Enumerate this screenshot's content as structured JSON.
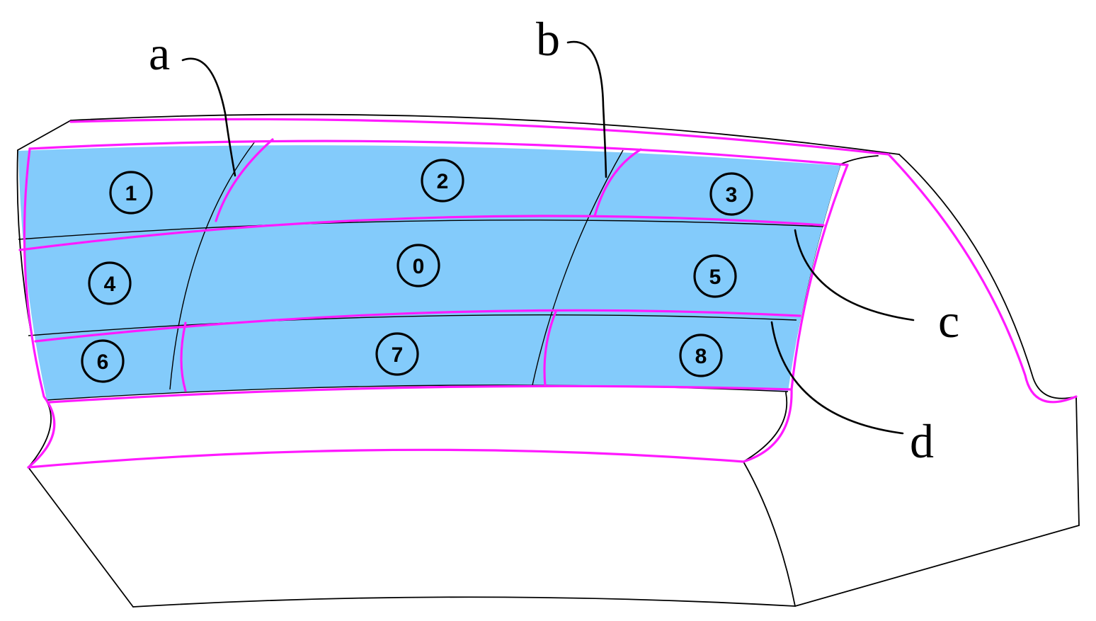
{
  "zones": [
    {
      "id": "zone-0",
      "label": "0"
    },
    {
      "id": "zone-1",
      "label": "1"
    },
    {
      "id": "zone-2",
      "label": "2"
    },
    {
      "id": "zone-3",
      "label": "3"
    },
    {
      "id": "zone-4",
      "label": "4"
    },
    {
      "id": "zone-5",
      "label": "5"
    },
    {
      "id": "zone-6",
      "label": "6"
    },
    {
      "id": "zone-7",
      "label": "7"
    },
    {
      "id": "zone-8",
      "label": "8"
    }
  ],
  "callouts": [
    {
      "id": "callout-a",
      "label": "a"
    },
    {
      "id": "callout-b",
      "label": "b"
    },
    {
      "id": "callout-c",
      "label": "c"
    },
    {
      "id": "callout-d",
      "label": "d"
    }
  ],
  "colors": {
    "zone_fill": "#83cbfb",
    "boundary": "#ff1aff",
    "outline": "#000000"
  }
}
